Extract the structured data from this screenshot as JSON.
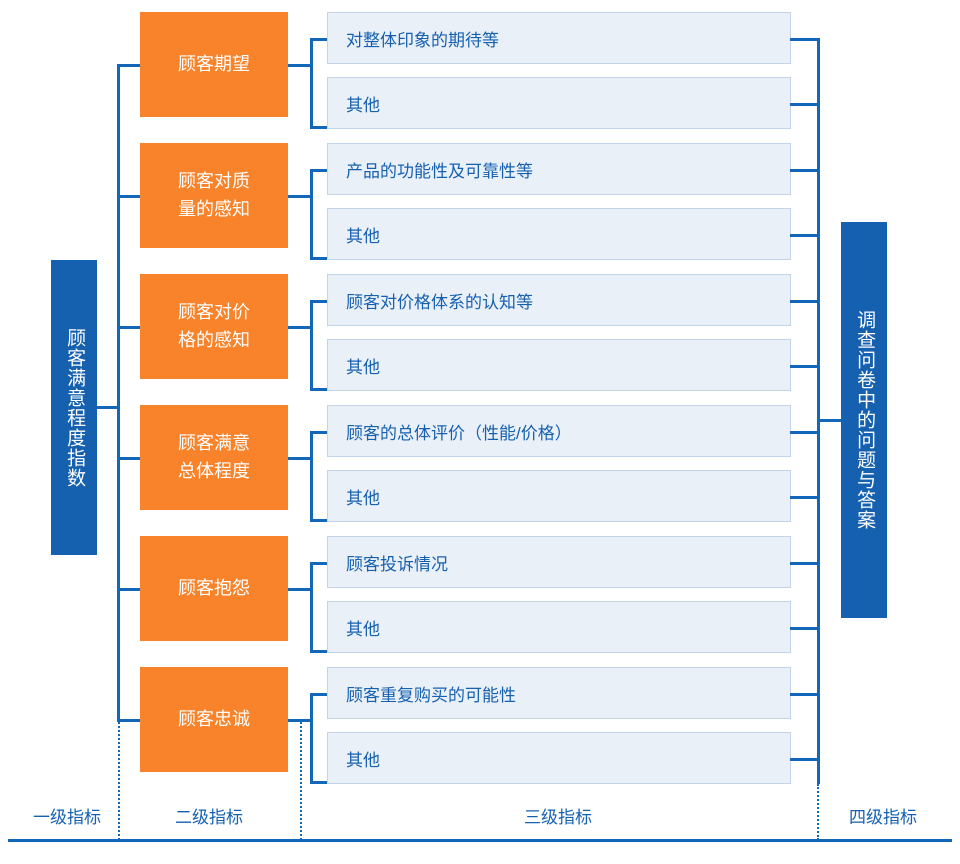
{
  "colors": {
    "primary_blue": "#1660b0",
    "line_blue": "#1267b8",
    "orange": "#f8832a",
    "light_blue_fill": "#eaf0f8",
    "light_blue_border": "#c3d3e8",
    "white": "#ffffff"
  },
  "level1": {
    "label": "顾客满意程度指数"
  },
  "level4": {
    "label": "调查问卷中的问题与答案"
  },
  "level2": [
    {
      "label": "顾客期望"
    },
    {
      "label": "顾客对质\n量的感知"
    },
    {
      "label": "顾客对价\n格的感知"
    },
    {
      "label": "顾客满意\n总体程度"
    },
    {
      "label": "顾客抱怨"
    },
    {
      "label": "顾客忠诚"
    }
  ],
  "level3": [
    {
      "label": "对整体印象的期待等"
    },
    {
      "label": "其他"
    },
    {
      "label": "产品的功能性及可靠性等"
    },
    {
      "label": "其他"
    },
    {
      "label": "顾客对价格体系的认知等"
    },
    {
      "label": "其他"
    },
    {
      "label": "顾客的总体评价（性能/价格）"
    },
    {
      "label": "其他"
    },
    {
      "label": "顾客投诉情况"
    },
    {
      "label": "其他"
    },
    {
      "label": "顾客重复购买的可能性"
    },
    {
      "label": "其他"
    }
  ],
  "legend": [
    {
      "label": "一级指标"
    },
    {
      "label": "二级指标"
    },
    {
      "label": "三级指标"
    },
    {
      "label": "四级指标"
    }
  ]
}
